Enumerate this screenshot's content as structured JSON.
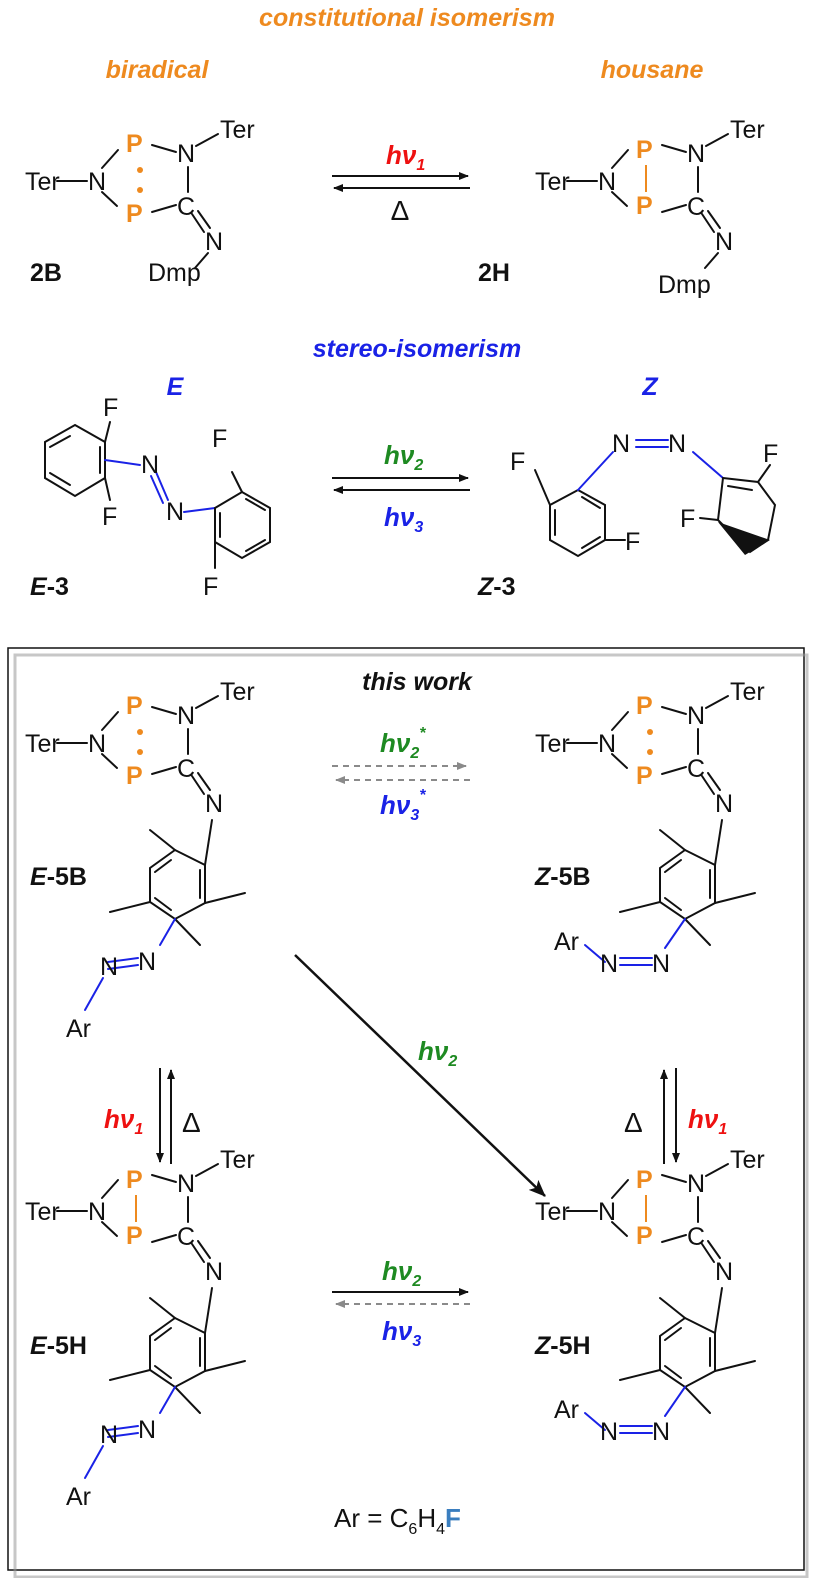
{
  "colors": {
    "orange": "#ee8a1f",
    "blue": "#1a22e6",
    "red": "#ee1111",
    "green": "#1e8a22",
    "black": "#111111",
    "gray": "#8a8a8a",
    "fluorine_blue": "#3a7ebf"
  },
  "headings": {
    "constitutional": "constitutional isomerism",
    "biradical": "biradical",
    "housane": "housane",
    "stereo": "stereo-isomerism",
    "E": "E",
    "Z": "Z",
    "this_work": "this work"
  },
  "atoms": {
    "P": "P",
    "N": "N",
    "C": "C",
    "F": "F",
    "Ter": "Ter",
    "Dmp": "Dmp",
    "Ar": "Ar"
  },
  "compounds": {
    "c2B": "2B",
    "c2H": "2H",
    "E3_prefix": "E",
    "E3_suffix": "-3",
    "Z3_prefix": "Z",
    "Z3_suffix": "-3",
    "E5B_prefix": "E",
    "E5B_suffix": "-5B",
    "Z5B_prefix": "Z",
    "Z5B_suffix": "-5B",
    "E5H_prefix": "E",
    "E5H_suffix": "-5H",
    "Z5H_prefix": "Z",
    "Z5H_suffix": "-5H"
  },
  "conditions": {
    "h": "h",
    "nu": "ν",
    "sub1": "1",
    "sub2": "2",
    "sub3": "3",
    "star": "*",
    "delta": "Δ"
  },
  "footnote": {
    "ar_eq": "Ar = C",
    "six": "6",
    "H": "H",
    "four": "4",
    "F": "F"
  }
}
